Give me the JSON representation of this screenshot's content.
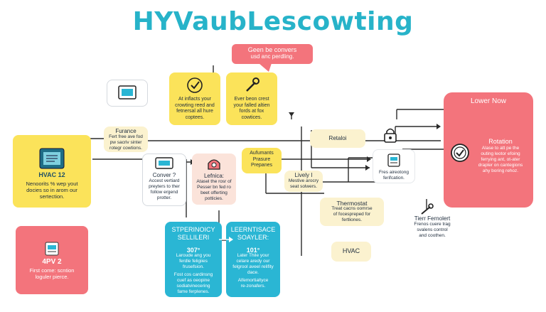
{
  "title": "HYVaubLescowting",
  "callout": {
    "line1": "Geen be convers",
    "line2": "usd anc perdling."
  },
  "nodes": {
    "hvac12": {
      "title": "HVAC 12",
      "text": "Nenoorits % wep yout\ndocies so in arom our\nsertection."
    },
    "pv2": {
      "title": "4PV 2",
      "text": "First come: scntion\nloguler pierce."
    },
    "device_icon_box": {},
    "furnace": {
      "title": "Furance",
      "text": "Fert free ave fod\npw sacriv sinter\nrotegr cowtions."
    },
    "infacts": {
      "text": "At inflacts your\ncrowting reed and\nfetnersal all hure\ncoptees."
    },
    "everboon": {
      "text": "Ever beon crest\nyour falled altien\nfords at fox\ncowtices."
    },
    "conver": {
      "title": "Conver ?",
      "text": "Accest vertiard\npreyters to ther\nfollow ergend\nprotter."
    },
    "lefnica": {
      "title": "Lefnica:",
      "text": "Atasel the rosr of\nPesser bn fed ro\nbeet offerting\npotticies."
    },
    "aufumants": {
      "title": "Aufumants",
      "text": "Prasure\nPrepanes"
    },
    "lively": {
      "title": "Lively I",
      "text": "Mestive arocry\nseat solwers."
    },
    "retaloi": {
      "text": "Retaloi"
    },
    "fres": {
      "text": "Fres aireotong\nferifcation."
    },
    "thermostat": {
      "title": "Thermostat",
      "text": "Treat cacns oomrse\nof focespreped for\nfertliones."
    },
    "hvac": {
      "text": "HVAC"
    },
    "tierfernolert": {
      "title": "Tierr Fernolert",
      "text": "Frenos cuere trag\nsvalens control\nand coothen."
    },
    "lowernow": {
      "title": "Lower Now",
      "sub_title": "Rotation",
      "text": "Alase to att pe the\nouting leotor efoing\nferrying ant, ot-ater\ndrapler on cantegions\nahy boring rehoz."
    },
    "sperinoicy": {
      "title": "STPERINOICY\nSELLILERI",
      "num": "307°",
      "text1": "Laroude ang you\nferdle feligiies\nfrusefsion.",
      "text2": "Fost cos cardinsng\ncuef as oeopine\nsodiatvinecering\nfame ferplenes."
    },
    "learntisace": {
      "title": "LEERNTISACE\nSOAYLER:",
      "num": "101°",
      "text1": "Later Thile your\ncelare aredy our\nfelgrool aveel relifity\ndace.",
      "text2": "Alfemortialtyce\nre-zonafers."
    }
  }
}
